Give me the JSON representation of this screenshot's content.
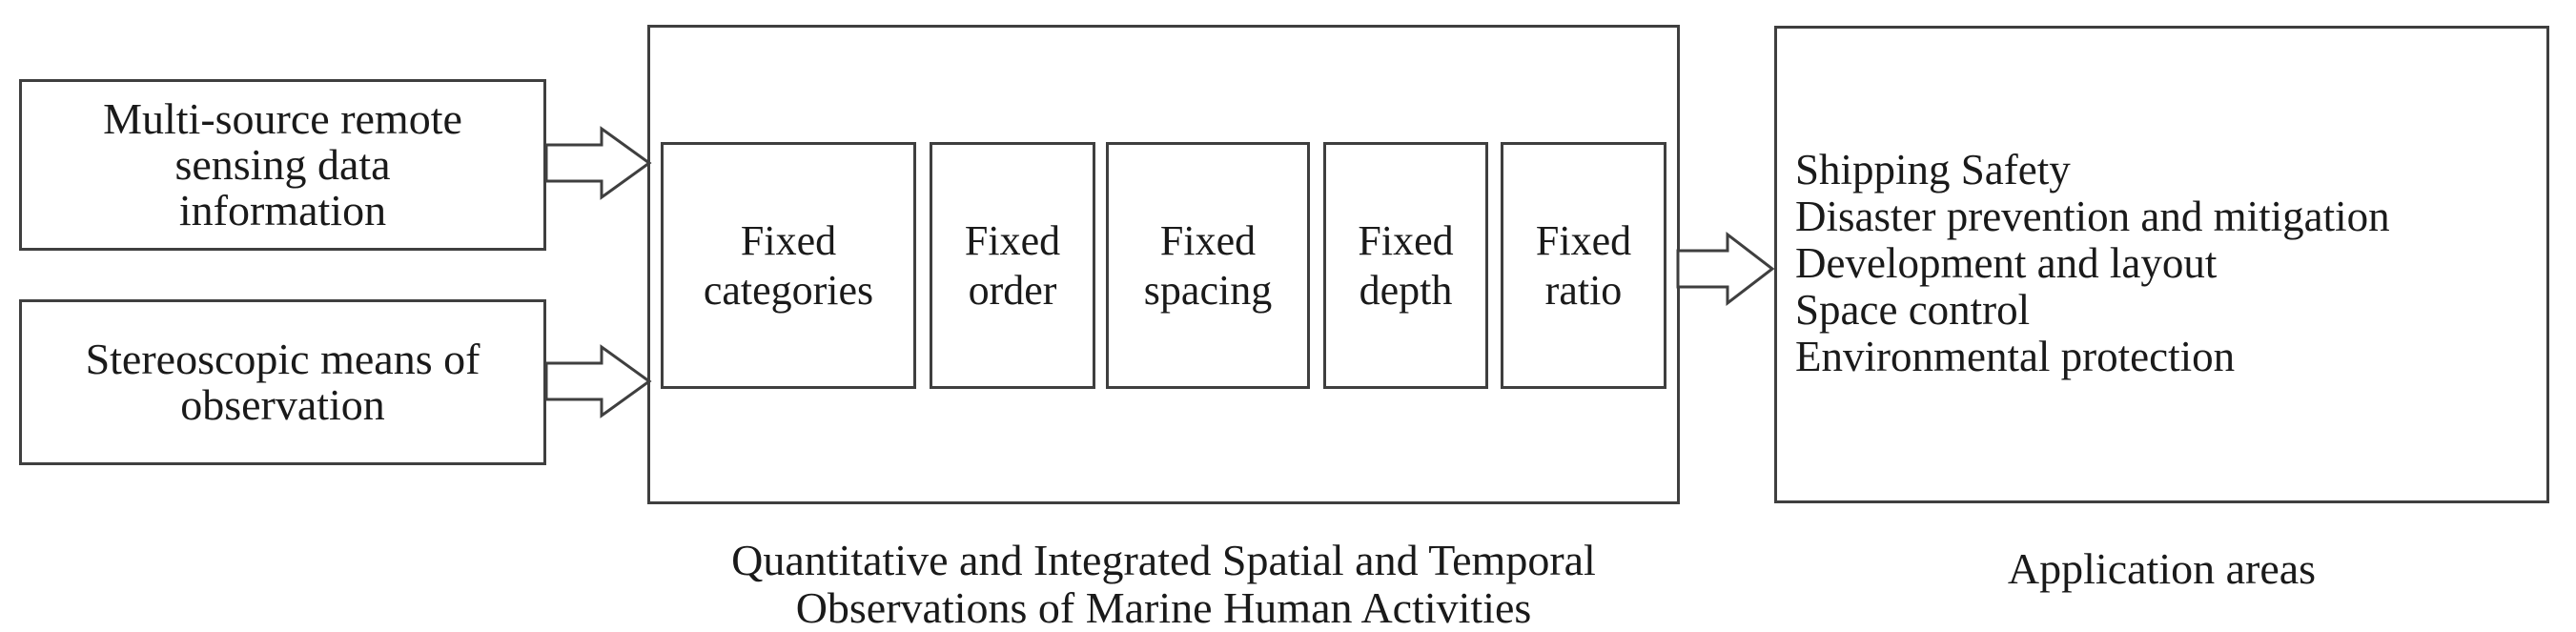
{
  "figure": {
    "background_color": "#ffffff",
    "border_color": "#3f3f3f",
    "text_color": "#1a1a1a",
    "inputs": [
      {
        "label": "Multi-source remote sensing data information",
        "lines": [
          "Multi-source remote",
          "sensing data",
          "information"
        ]
      },
      {
        "label": "Stereoscopic means of observation",
        "lines": [
          "Stereoscopic means of",
          "observation"
        ]
      }
    ],
    "process": {
      "items": [
        {
          "label": "Fixed categories",
          "lines": [
            "Fixed",
            "categories"
          ]
        },
        {
          "label": "Fixed order",
          "lines": [
            "Fixed",
            "order"
          ]
        },
        {
          "label": "Fixed spacing",
          "lines": [
            "Fixed",
            "spacing"
          ]
        },
        {
          "label": "Fixed depth",
          "lines": [
            "Fixed",
            "depth"
          ]
        },
        {
          "label": "Fixed ratio",
          "lines": [
            "Fixed",
            "ratio"
          ]
        }
      ],
      "caption_lines": [
        "Quantitative and Integrated Spatial and Temporal",
        "Observations of Marine Human Activities"
      ]
    },
    "output": {
      "lines": [
        "Shipping Safety",
        "Disaster prevention and mitigation",
        "Development and layout",
        "Space control",
        "Environmental protection"
      ],
      "caption": "Application areas"
    },
    "icons": {
      "flow_arrow": "hollow-right-arrow"
    }
  }
}
